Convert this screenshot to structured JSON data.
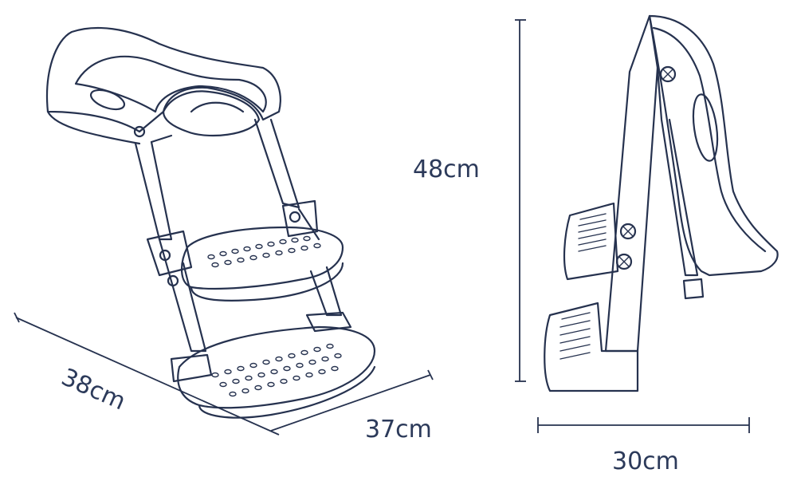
{
  "dimensions": {
    "depth": "38cm",
    "width": "37cm",
    "height": "48cm",
    "side_depth": "30cm"
  },
  "colors": {
    "line": "#26324f",
    "label": "#2c3a5a",
    "background": "#ffffff"
  }
}
